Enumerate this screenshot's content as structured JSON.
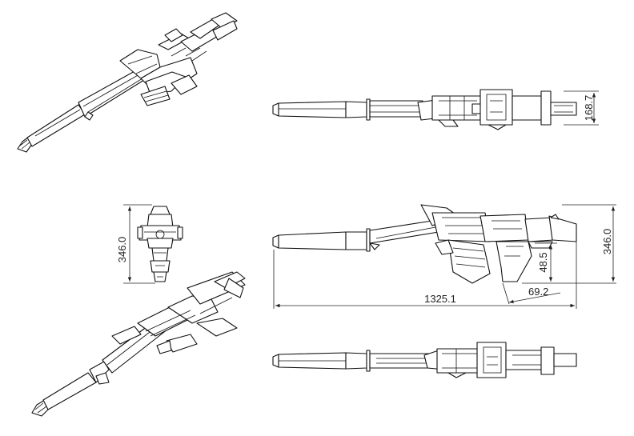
{
  "dimensions": {
    "top_view_height": "168.7",
    "side_view_height": "346.0",
    "front_view_height": "346.0",
    "overall_length": "1325.1",
    "grip_height": "48.5",
    "grip_offset": "69.2"
  },
  "colors": {
    "line": "#111111",
    "background": "#ffffff"
  }
}
